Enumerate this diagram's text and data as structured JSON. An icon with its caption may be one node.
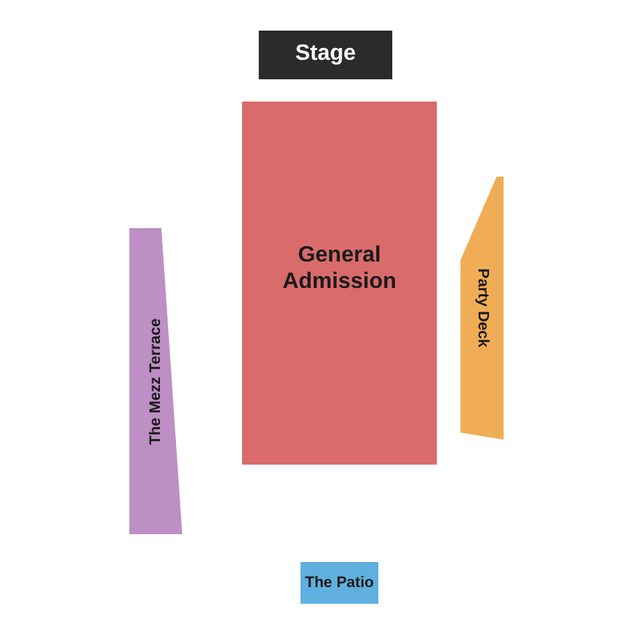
{
  "diagram": {
    "nodes": [
      {
        "text": [
          "Stage"
        ]
      },
      {
        "text": [
          "General Admission"
        ]
      },
      {
        "text": [
          "The Mezz Terrace"
        ]
      },
      {
        "text": [
          "Party Deck"
        ]
      },
      {
        "text": [
          "The Patio"
        ]
      }
    ]
  }
}
